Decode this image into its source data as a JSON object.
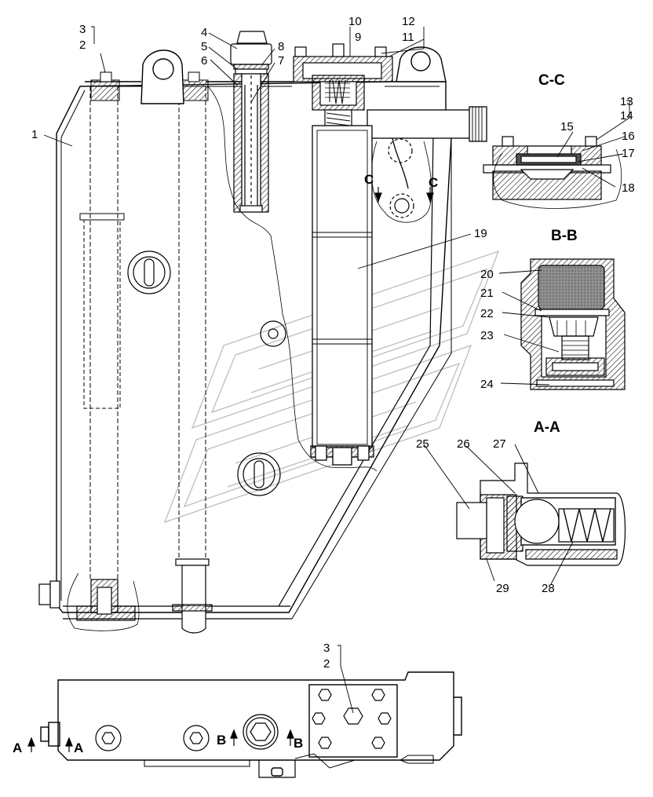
{
  "part_labels": [
    {
      "id": "p1",
      "text": "1"
    },
    {
      "id": "p2",
      "text": "2"
    },
    {
      "id": "p3",
      "text": "3"
    },
    {
      "id": "p4",
      "text": "4"
    },
    {
      "id": "p5",
      "text": "5"
    },
    {
      "id": "p6",
      "text": "6"
    },
    {
      "id": "p7",
      "text": "7"
    },
    {
      "id": "p8",
      "text": "8"
    },
    {
      "id": "p9",
      "text": "9"
    },
    {
      "id": "p10",
      "text": "10"
    },
    {
      "id": "p11",
      "text": "11"
    },
    {
      "id": "p12",
      "text": "12"
    },
    {
      "id": "p13",
      "text": "13"
    },
    {
      "id": "p14",
      "text": "14"
    },
    {
      "id": "p15",
      "text": "15"
    },
    {
      "id": "p16",
      "text": "16"
    },
    {
      "id": "p17",
      "text": "17"
    },
    {
      "id": "p18",
      "text": "18"
    },
    {
      "id": "p19",
      "text": "19"
    },
    {
      "id": "p20",
      "text": "20"
    },
    {
      "id": "p21",
      "text": "21"
    },
    {
      "id": "p22",
      "text": "22"
    },
    {
      "id": "p23",
      "text": "23"
    },
    {
      "id": "p24",
      "text": "24"
    },
    {
      "id": "p25",
      "text": "25"
    },
    {
      "id": "p26",
      "text": "26"
    },
    {
      "id": "p27",
      "text": "27"
    },
    {
      "id": "p28",
      "text": "28"
    },
    {
      "id": "p29",
      "text": "29"
    },
    {
      "id": "p2b",
      "text": "2"
    },
    {
      "id": "p3b",
      "text": "3"
    }
  ],
  "section_titles": {
    "cc": "C-C",
    "bb": "B-B",
    "aa": "A-A"
  },
  "cut_marks": {
    "c_left": "C",
    "c_right": "C",
    "b_left": "B",
    "b_right": "B",
    "a_left": "A",
    "a_right": "A"
  },
  "colors": {
    "line": "#000000",
    "hatch": "#000000",
    "filter_fill": "#6e6e6e",
    "watermark": "#b8b8b8"
  }
}
